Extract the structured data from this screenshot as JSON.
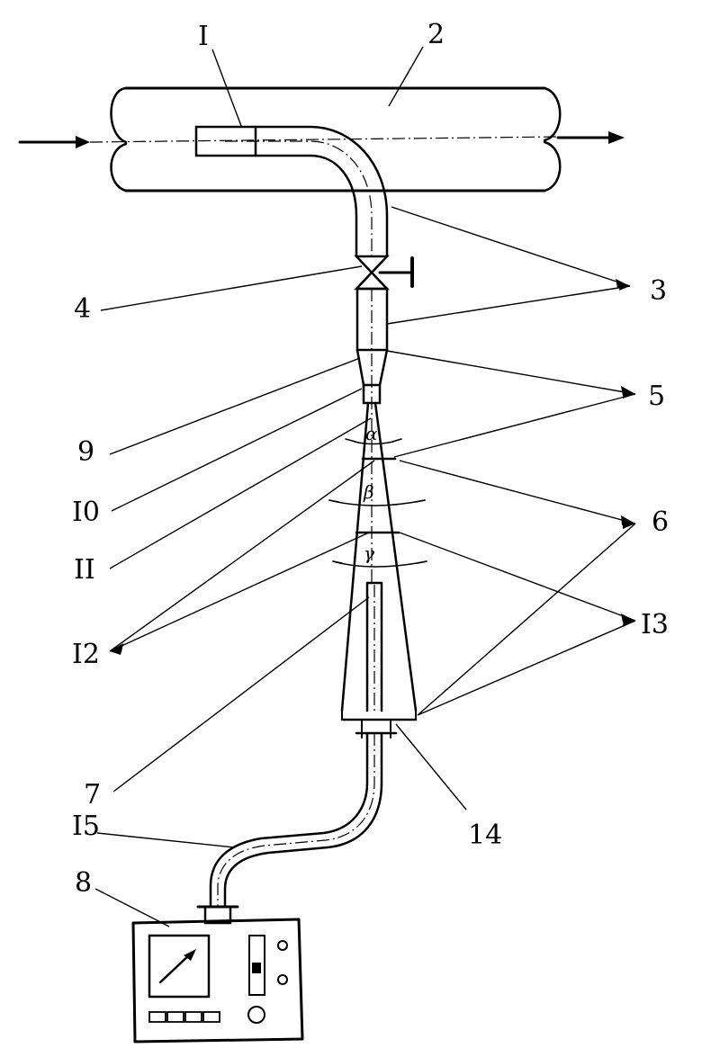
{
  "figure": {
    "labels": {
      "l1": "I",
      "l2": "2",
      "l3": "3",
      "l4": "4",
      "l5": "5",
      "l6": "6",
      "l7": "7",
      "l8": "8",
      "l9": "9",
      "l10": "I0",
      "l11": "II",
      "l12": "I2",
      "l13": "I3",
      "l14": "14",
      "l15": "I5"
    },
    "angles": {
      "alpha": "α",
      "beta": "β",
      "gamma": "γ"
    },
    "icons": [
      "flow-in-arrow-icon",
      "flow-out-arrow-icon",
      "valve-icon",
      "gauge-needle-icon"
    ]
  }
}
